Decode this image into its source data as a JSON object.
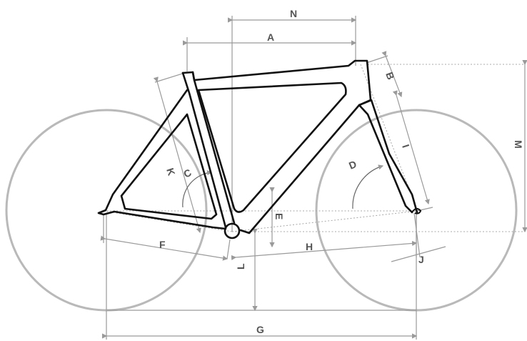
{
  "diagram": {
    "labels": {
      "N": "N",
      "A": "A",
      "B": "B",
      "M": "M",
      "I": "I",
      "D": "D",
      "K": "K",
      "C": "C",
      "E": "E",
      "F": "F",
      "H": "H",
      "J": "J",
      "L": "L",
      "G": "G"
    },
    "colors": {
      "frame": "#111111",
      "wheel": "#b9b9b9",
      "dimension": "#9a9a9a",
      "label": "#555555"
    }
  }
}
